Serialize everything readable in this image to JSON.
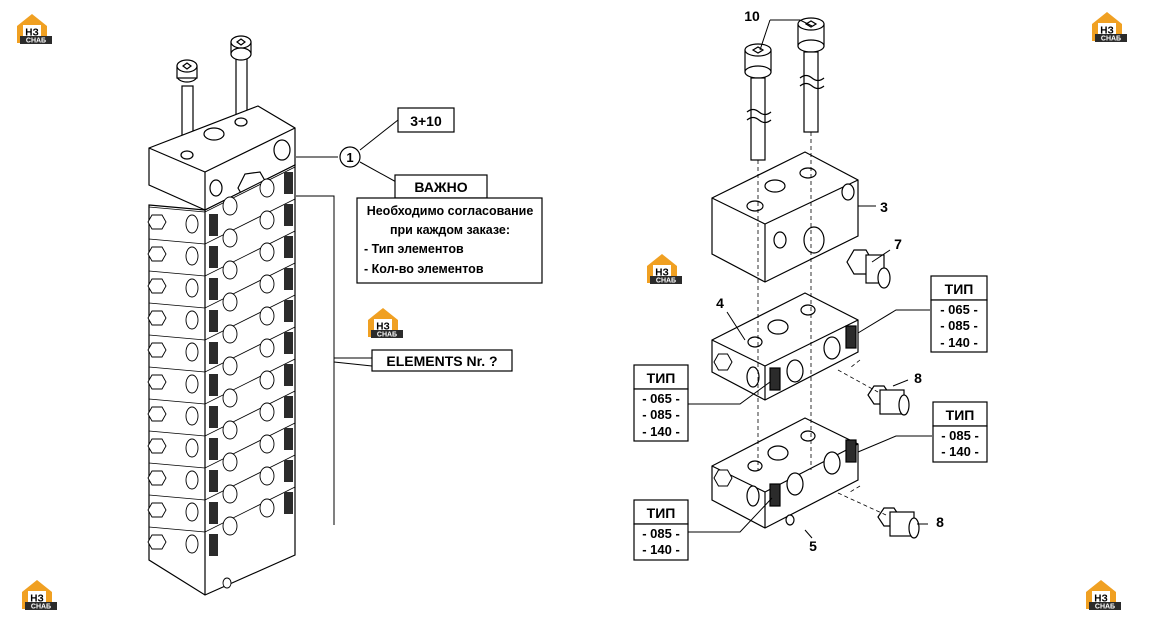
{
  "callouts": {
    "item1": "1",
    "qty": "3+10",
    "important": "ВАЖНО",
    "notice_lines": [
      "Необходимо согласование",
      "при каждом заказе:",
      "- Тип элементов",
      "- Кол-во элементов"
    ],
    "elements": "ELEMENTS Nr. ?"
  },
  "part_numbers": {
    "bolts": "10",
    "top_block": "3",
    "fitting": "7",
    "middle_element": "4",
    "plug_a": "8",
    "plug_b": "8",
    "end_element": "5"
  },
  "type_tables": [
    {
      "header": "ТИП",
      "rows": [
        "- 065 -",
        "- 085 -",
        "- 140 -"
      ]
    },
    {
      "header": "ТИП",
      "rows": [
        "- 065 -",
        "- 085 -",
        "- 140 -"
      ]
    },
    {
      "header": "ТИП",
      "rows": [
        "- 085 -",
        "- 140 -"
      ]
    },
    {
      "header": "ТИП",
      "rows": [
        "- 085 -",
        "- 140 -"
      ]
    }
  ],
  "watermark": {
    "logo_text": "НЗ",
    "sub_text": "СНАБ",
    "color_orange": "#f0a022",
    "color_dark": "#2b2b2b"
  },
  "colors": {
    "stroke": "#000000",
    "pocket": "#2b2b2b"
  }
}
